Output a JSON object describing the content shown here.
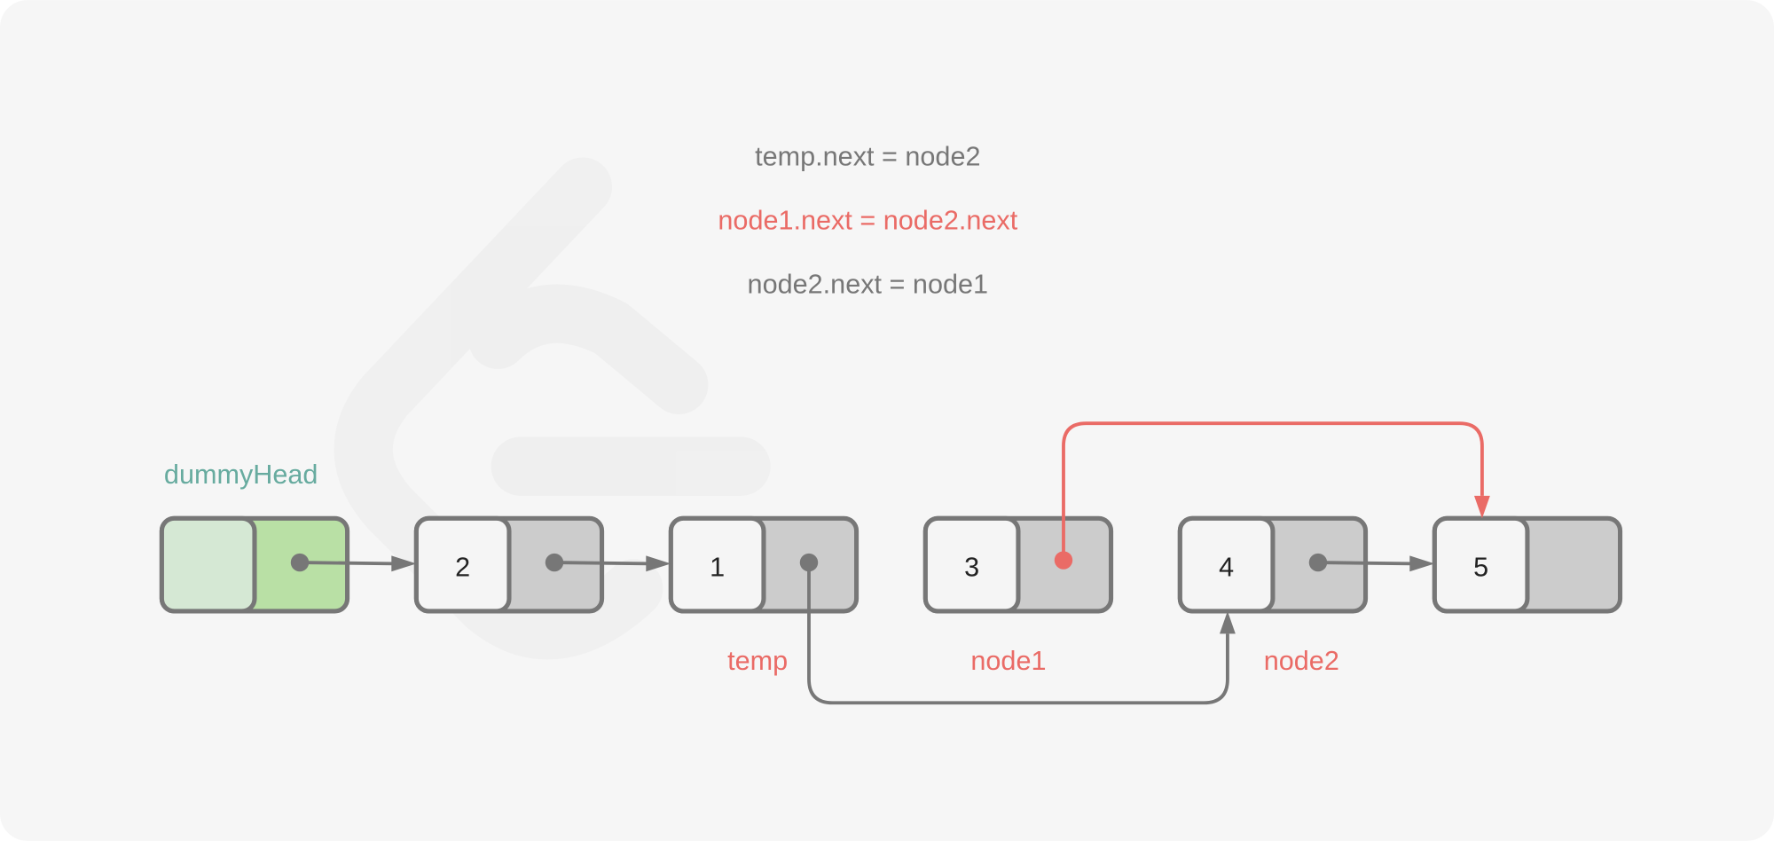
{
  "code_lines": [
    {
      "text": "temp.next = node2",
      "highlight": false
    },
    {
      "text": "node1.next = node2.next",
      "highlight": true
    },
    {
      "text": "node2.next = node1",
      "highlight": false
    }
  ],
  "nodes": [
    {
      "value": "",
      "kind": "dummy"
    },
    {
      "value": "2",
      "kind": "normal"
    },
    {
      "value": "1",
      "kind": "normal"
    },
    {
      "value": "3",
      "kind": "normal"
    },
    {
      "value": "4",
      "kind": "normal"
    },
    {
      "value": "5",
      "kind": "normal"
    }
  ],
  "labels": {
    "dummy": "dummyHead",
    "temp": "temp",
    "node1": "node1",
    "node2": "node2"
  },
  "colors": {
    "background": "#f6f6f6",
    "stroke": "#777777",
    "highlight": "#ea6b66",
    "dummy_text": "#67ab9f",
    "dummy_left": "#d5e8d4",
    "dummy_right": "#b9e0a5",
    "node_left": "#f5f5f5",
    "node_right": "#cccccc"
  }
}
